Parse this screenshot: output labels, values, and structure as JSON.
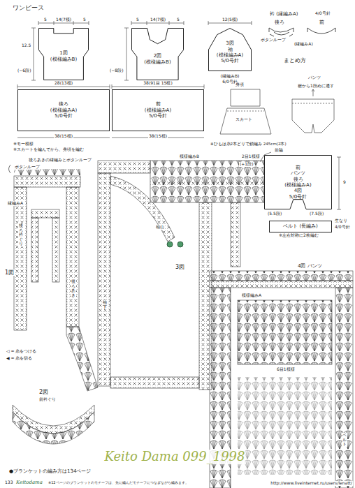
{
  "diagram": {
    "title": "ワンピース",
    "nodes": [
      {
        "text": [
          "1図",
          "(模様編みB)"
        ]
      },
      {
        "text": [
          "後ろ",
          "(模様編みA)",
          "5/0号針"
        ]
      },
      {
        "text": [
          "2図",
          "(模様編みB)"
        ]
      },
      {
        "text": [
          "前",
          "(模様編みA)",
          "5/0号針"
        ]
      },
      {
        "text": [
          "3図",
          "袖",
          "(模様編みA)",
          "5/0号針"
        ]
      },
      {
        "text": [
          "前",
          "パンツ",
          "後ろ",
          "(模様編みA)",
          "4図",
          "5/0号針"
        ]
      },
      {
        "text": [
          "ベルト (長編み)"
        ]
      }
    ],
    "labels": [
      "5",
      "14(7模)",
      "5",
      "12.5",
      "(−6段)",
      "28(13模)",
      "38(15模)",
      "※モー模様",
      "※スカートを編んでから、身頃を編む",
      "5",
      "14(7模)",
      "5",
      "(−8段)",
      "38(91目 15模)",
      "38(15模)",
      "12(5模)",
      "(縁編みB)",
      "6/0号針",
      "衿 (縁編みA)",
      "4/0号針",
      "後ろ",
      "前",
      "ボタンループ",
      "(縁編みA)",
      "まとめ方",
      "身頃",
      "スカート",
      "※ひもは糸2本どりで鎖編み 245cm(2本)",
      "パンツ",
      "裾から1段めに通す",
      "前脇",
      "(+1段)",
      "(5.5段)",
      "(7.5段)",
      "9",
      "生なり",
      "4/0号針",
      "※左右対称に2枚編む",
      "後ろあきの縁編みとボタンループ",
      "ボタンループ",
      "縁編みA",
      "後ろ衿ぐり",
      "1図",
      "後ろあき",
      "◁ = 糸をつける",
      "◀ = 糸を切る",
      "2図",
      "前衿ぐり",
      "模様編みB",
      "2目1模様",
      "袖山",
      "袖下",
      "3図",
      "4図 パンツ",
      "模様編みA",
      "6目1模様",
      "ベルト",
      "●ブランケットの編み方は134ページ",
      "133",
      "Keitodama",
      "※12ページのブランケットのモチーフは、先に編んだモチーフにつなぎながら編みます。",
      "Keito Dama 099_1998",
      "http://www.liveinternet.ru/users/lenatt/"
    ]
  }
}
